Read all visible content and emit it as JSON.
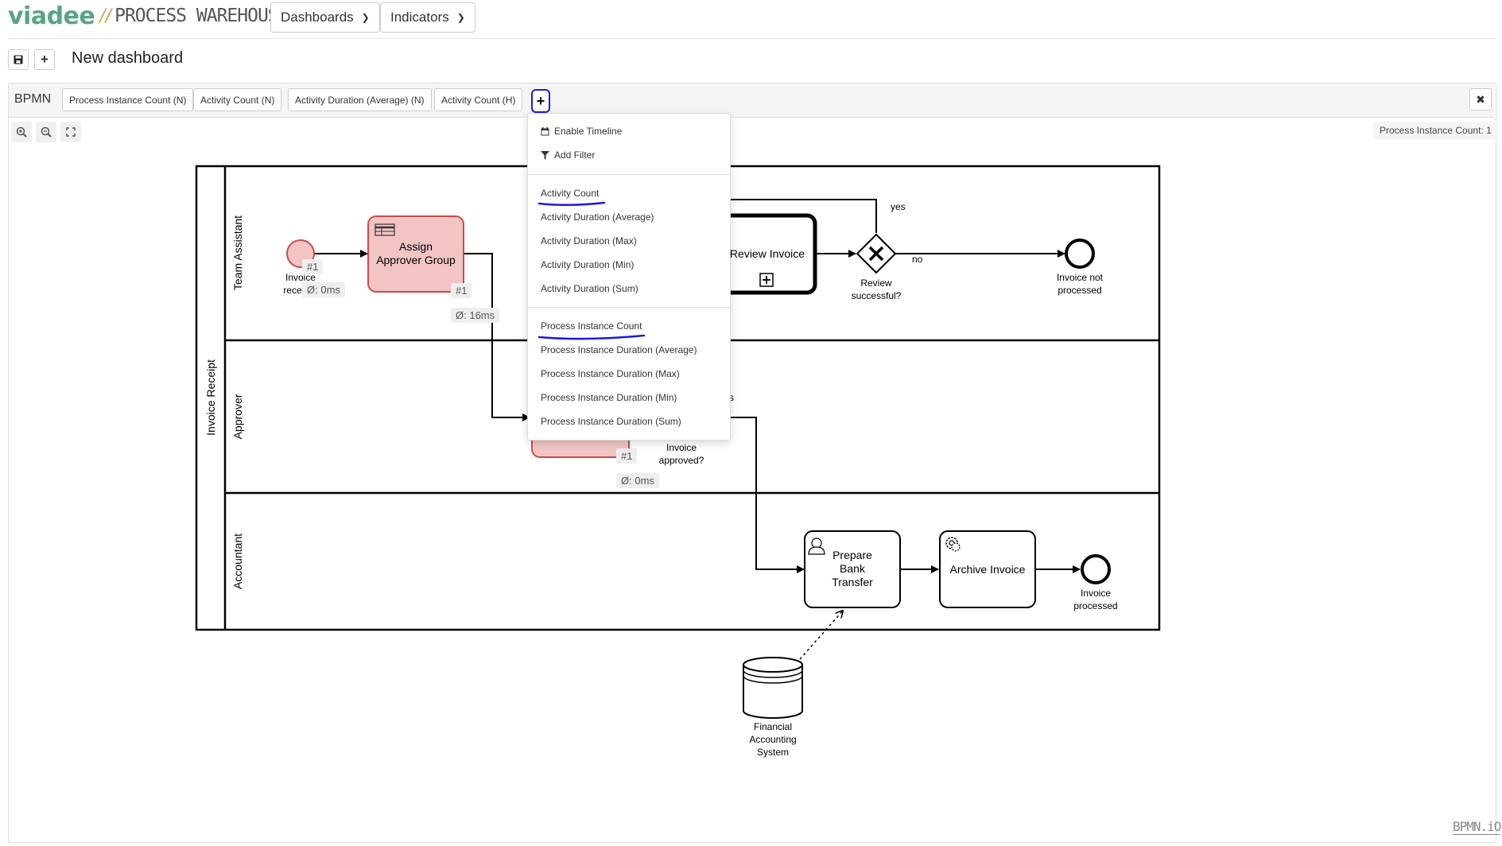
{
  "header": {
    "logo_brand": "viadee",
    "logo_sep": "//",
    "logo_product": "PROCESS WAREHOUSE",
    "nav": [
      {
        "label": "Dashboards"
      },
      {
        "label": "Indicators"
      }
    ]
  },
  "toolbar": {
    "save_icon": "save-icon",
    "add_icon": "plus-icon",
    "dashboard_title": "New dashboard"
  },
  "panel": {
    "label": "BPMN",
    "tabs": [
      {
        "label": "Process Instance Count (N)"
      },
      {
        "label": "Activity Count (N)"
      },
      {
        "label": "Activity Duration (Average) (N)"
      },
      {
        "label": "Activity Count (H)"
      }
    ],
    "add_label": "+",
    "close_label": "✖",
    "count_badge": "Process Instance Count: 1"
  },
  "dropdown": {
    "enable_timeline": "Enable Timeline",
    "add_filter": "Add Filter",
    "activity_items": [
      "Activity Count",
      "Activity Duration (Average)",
      "Activity Duration (Max)",
      "Activity Duration (Min)",
      "Activity Duration (Sum)"
    ],
    "process_items": [
      "Process Instance Count",
      "Process Instance Duration (Average)",
      "Process Instance Duration (Max)",
      "Process Instance Duration (Min)",
      "Process Instance Duration (Sum)"
    ]
  },
  "diagram": {
    "pool": "Invoice Receipt",
    "lanes": [
      "Team Assistant",
      "Approver",
      "Accountant"
    ],
    "tasks": {
      "assign_l1": "Assign",
      "assign_l2": "Approver Group",
      "review": "Review Invoice",
      "prepare_l1": "Prepare",
      "prepare_l2": "Bank",
      "prepare_l3": "Transfer",
      "archive": "Archive Invoice"
    },
    "events": {
      "start_l1": "Invoice",
      "start_l2": "rece",
      "not_processed_l1": "Invoice not",
      "not_processed_l2": "processed",
      "processed_l1": "Invoice",
      "processed_l2": "processed"
    },
    "gateways": {
      "review_l1": "Review",
      "review_l2": "successful?",
      "approved_l1": "Invoice",
      "approved_l2": "approved?"
    },
    "flow_labels": {
      "yes": "yes",
      "no": "no",
      "s": "s"
    },
    "datastore_l1": "Financial",
    "datastore_l2": "Accounting",
    "datastore_l3": "System",
    "overlays": {
      "start_count": "#1",
      "start_dur": "Ø: 0ms",
      "assign_count": "#1",
      "assign_dur": "Ø: 16ms",
      "approve_count": "#1",
      "approve_dur": "Ø: 0ms"
    },
    "colors": {
      "highlight_fill": "#f2c4c4",
      "highlight_stroke": "#c94c4c",
      "annotation_blue": "#1a1ae0"
    }
  },
  "footer": {
    "watermark": "BPMN.iO"
  }
}
